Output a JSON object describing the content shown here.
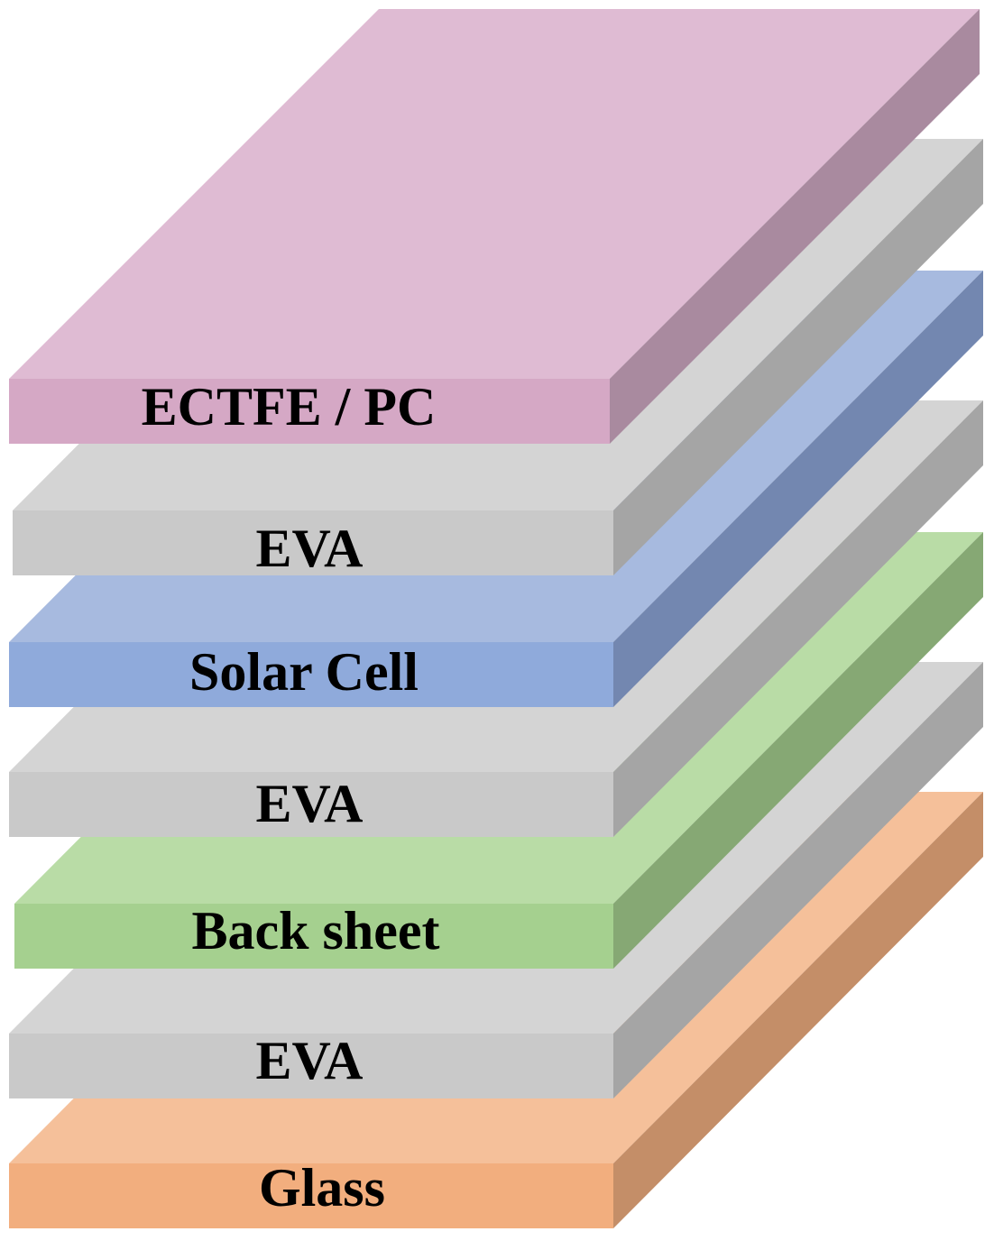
{
  "diagram": {
    "layers": [
      {
        "id": "glass",
        "label": "Glass",
        "colors": {
          "top": "#f5c09a",
          "front": "#f2ae7e",
          "side": "#c48e68"
        }
      },
      {
        "id": "eva-3",
        "label": "EVA",
        "colors": {
          "top": "#d4d4d4",
          "front": "#c9c9c9",
          "side": "#a5a5a5"
        }
      },
      {
        "id": "back-sheet",
        "label": "Back sheet",
        "colors": {
          "top": "#b9dca6",
          "front": "#a5d08f",
          "side": "#86a874"
        }
      },
      {
        "id": "eva-2",
        "label": "EVA",
        "colors": {
          "top": "#d4d4d4",
          "front": "#c9c9c9",
          "side": "#a5a5a5"
        }
      },
      {
        "id": "solar-cell",
        "label": "Solar Cell",
        "colors": {
          "top": "#a7badf",
          "front": "#8faadb",
          "side": "#7387b0"
        }
      },
      {
        "id": "eva-1",
        "label": "EVA",
        "colors": {
          "top": "#d4d4d4",
          "front": "#c9c9c9",
          "side": "#a5a5a5"
        }
      },
      {
        "id": "ectfe-pc",
        "label": "ECTFE / PC",
        "colors": {
          "top": "#dfbbd3",
          "front": "#d5a8c5",
          "side": "#a98a9f"
        }
      }
    ]
  }
}
